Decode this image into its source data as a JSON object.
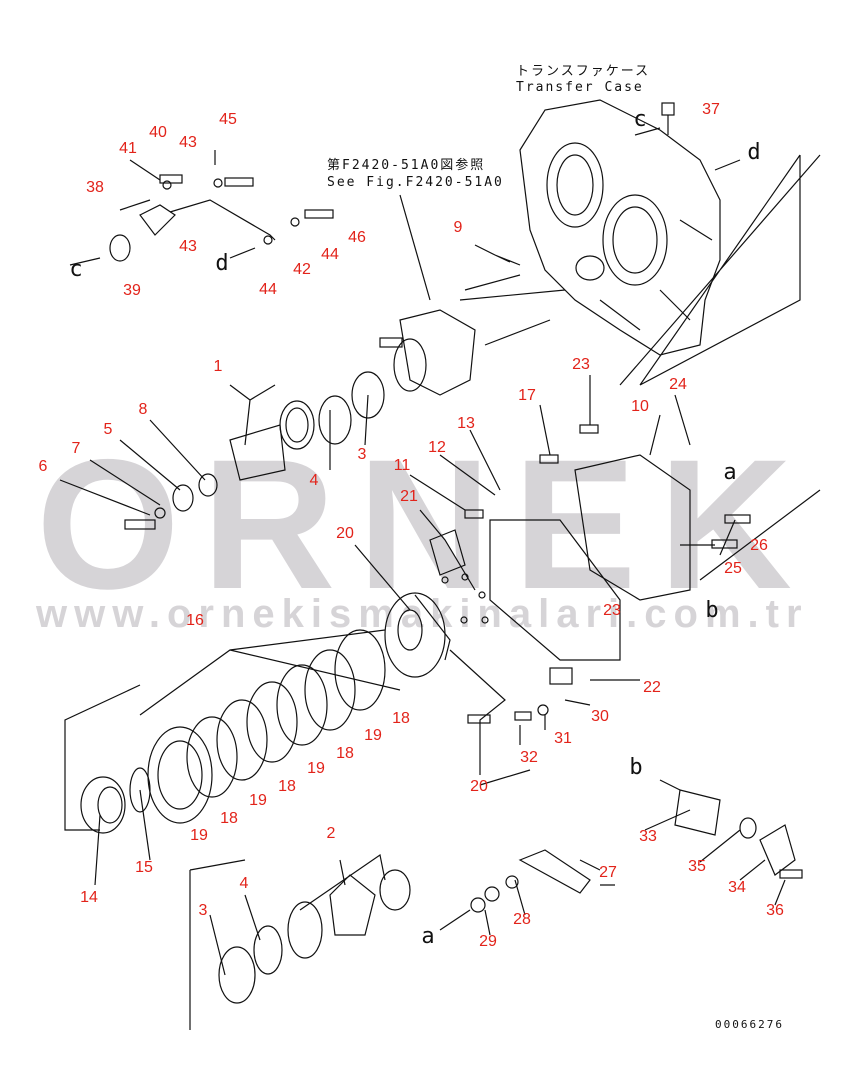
{
  "watermark": {
    "brand": "ORNEK",
    "url": "www.ornekismakinalari.com.tr"
  },
  "notes": {
    "transfer_case_jp": "トランスファケース",
    "transfer_case_en": "Transfer Case",
    "see_fig_jp": "第F2420-51A0図参照",
    "see_fig_en": "See Fig.F2420-51A0",
    "drawing_number": "00066276"
  },
  "view_letters": {
    "c_left": "c",
    "d_left": "d",
    "c_right": "c",
    "d_right": "d",
    "a_right": "a",
    "b_right": "b",
    "b_bottom": "b",
    "a_bottom": "a"
  },
  "callouts": [
    "45",
    "40",
    "43",
    "41",
    "38",
    "43",
    "46",
    "44",
    "42",
    "44",
    "39",
    "37",
    "9",
    "1",
    "8",
    "5",
    "7",
    "6",
    "4",
    "3",
    "17",
    "23",
    "24",
    "10",
    "13",
    "12",
    "11",
    "21",
    "26",
    "25",
    "23",
    "20",
    "16",
    "22",
    "30",
    "31",
    "32",
    "18",
    "19",
    "18",
    "19",
    "18",
    "19",
    "18",
    "19",
    "20",
    "15",
    "14",
    "33",
    "35",
    "34",
    "36",
    "27",
    "28",
    "29",
    "2",
    "4",
    "3"
  ]
}
